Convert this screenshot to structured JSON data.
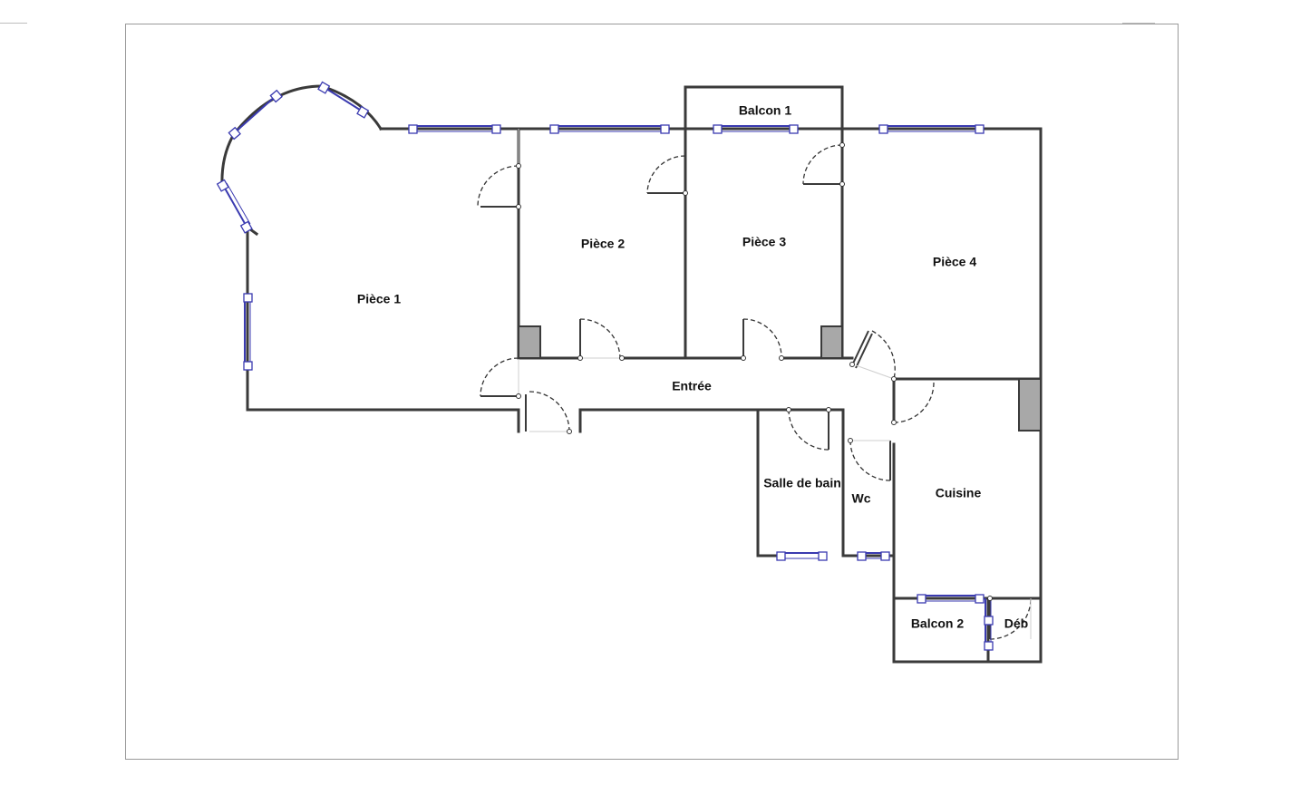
{
  "plan": {
    "rooms": {
      "piece1": "Pièce 1",
      "piece2": "Pièce 2",
      "piece3": "Pièce 3",
      "piece4": "Pièce 4",
      "balcon1": "Balcon 1",
      "entree": "Entrée",
      "salle_de_bain": "Salle de bain",
      "wc": "Wc",
      "cuisine": "Cuisine",
      "balcon2": "Balcon 2",
      "deb": "Déb"
    },
    "colors": {
      "wall": "#3a3a3a",
      "window": "#3a3ab0",
      "shaft": "#a8a8a8"
    }
  }
}
